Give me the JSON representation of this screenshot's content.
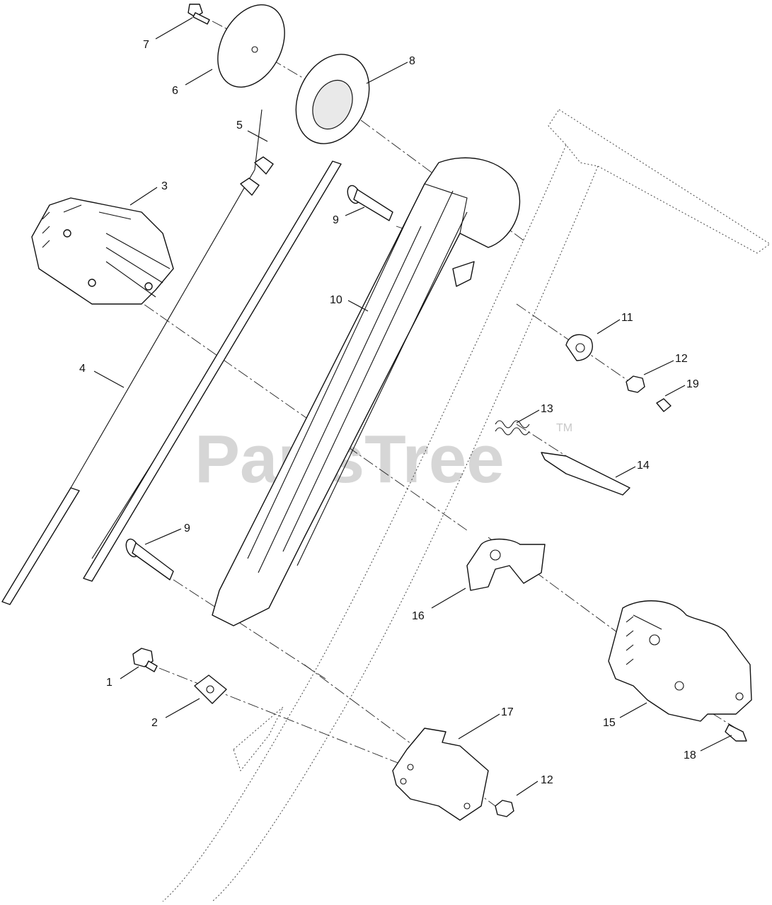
{
  "watermark": {
    "text": "PartsTree",
    "tm": "TM"
  },
  "callouts": [
    {
      "id": "1",
      "label": "1"
    },
    {
      "id": "2",
      "label": "2"
    },
    {
      "id": "3",
      "label": "3"
    },
    {
      "id": "4",
      "label": "4"
    },
    {
      "id": "5",
      "label": "5"
    },
    {
      "id": "6",
      "label": "6"
    },
    {
      "id": "7",
      "label": "7"
    },
    {
      "id": "8",
      "label": "8"
    },
    {
      "id": "9a",
      "label": "9"
    },
    {
      "id": "9b",
      "label": "9"
    },
    {
      "id": "10",
      "label": "10"
    },
    {
      "id": "11",
      "label": "11"
    },
    {
      "id": "12a",
      "label": "12"
    },
    {
      "id": "12b",
      "label": "12"
    },
    {
      "id": "13",
      "label": "13"
    },
    {
      "id": "14",
      "label": "14"
    },
    {
      "id": "15",
      "label": "15"
    },
    {
      "id": "16",
      "label": "16"
    },
    {
      "id": "17",
      "label": "17"
    },
    {
      "id": "18",
      "label": "18"
    },
    {
      "id": "19",
      "label": "19"
    }
  ]
}
